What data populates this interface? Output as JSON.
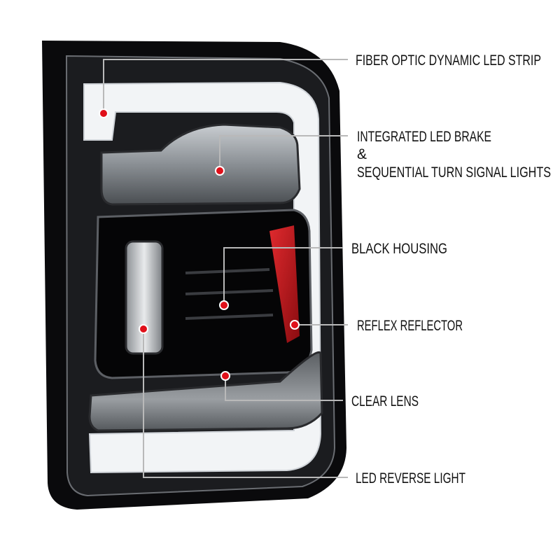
{
  "colors": {
    "housing": "#0c0c0e",
    "led_strip": "#f4f6f8",
    "lens": "#8e9296",
    "reflector": "#c4141a",
    "marker_dot": "#e0101a",
    "callout_line": "#b9b9b9",
    "label_text": "#111111"
  },
  "callouts": [
    {
      "id": "fiber-optic-strip",
      "lines": [
        "FIBER OPTIC DYNAMIC LED STRIP"
      ]
    },
    {
      "id": "led-brake",
      "lines": [
        "INTEGRATED LED BRAKE",
        "&",
        "SEQUENTIAL TURN SIGNAL LIGHTS"
      ]
    },
    {
      "id": "black-housing",
      "lines": [
        "BLACK HOUSING"
      ]
    },
    {
      "id": "reflex-reflector",
      "lines": [
        "REFLEX REFLECTOR"
      ]
    },
    {
      "id": "clear-lens",
      "lines": [
        "CLEAR LENS"
      ]
    },
    {
      "id": "led-reverse-light",
      "lines": [
        "LED REVERSE LIGHT"
      ]
    }
  ]
}
